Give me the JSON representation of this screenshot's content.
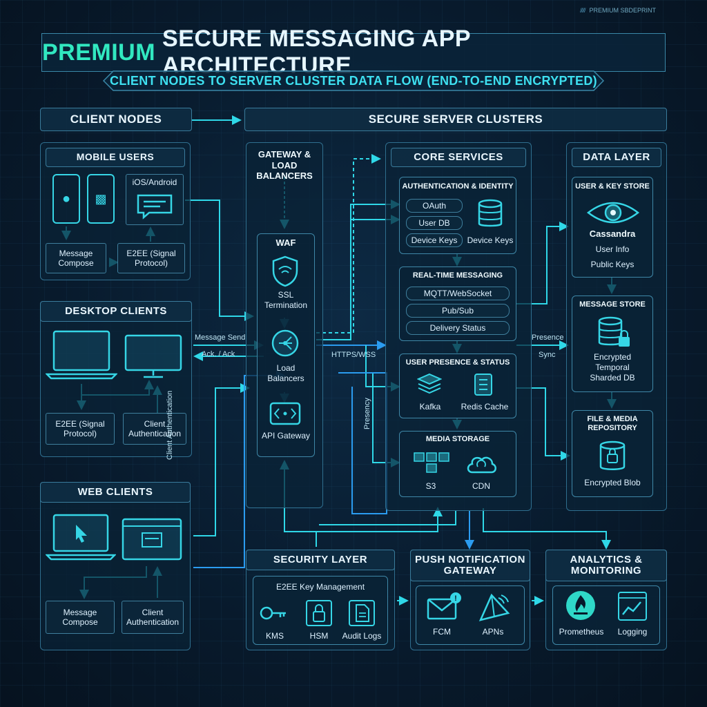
{
  "corner_label": "PREMIUM SBDEPRINT",
  "title": {
    "highlight": "PREMIUM",
    "rest": "SECURE MESSAGING APP ARCHITECTURE"
  },
  "subtitle": "CLIENT NODES TO SERVER CLUSTER DATA FLOW (END-TO-END ENCRYPTED)",
  "client_nodes": {
    "header": "CLIENT NODES",
    "mobile": {
      "title": "MOBILE USERS",
      "os_label": "iOS/Android",
      "compose": "Message Compose",
      "e2ee": "E2EE (Signal Protocol)"
    },
    "desktop": {
      "title": "DESKTOP CLIENTS",
      "e2ee": "E2EE (Signal Protocol)",
      "auth": "Client Authentication"
    },
    "web": {
      "title": "WEB CLIENTS",
      "compose": "Message Compose",
      "auth": "Client Authentication"
    }
  },
  "server": {
    "header": "SECURE SERVER CLUSTERS",
    "gateway": {
      "title": "GATEWAY & LOAD BALANCERS",
      "waf": "WAF",
      "ssl": "SSL Termination",
      "lb": "Load Balancers",
      "api": "API Gateway"
    },
    "core": {
      "title": "CORE SERVICES",
      "auth": {
        "title": "AUTHENTICATION & IDENTITY",
        "items": [
          "OAuth",
          "User DB",
          "Device Keys"
        ],
        "icon_label": "Device Keys"
      },
      "rtm": {
        "title": "REAL-TIME MESSAGING",
        "items": [
          "MQTT/WebSocket",
          "Pub/Sub",
          "Delivery Status"
        ]
      },
      "presence": {
        "title": "USER PRESENCE & STATUS",
        "kafka": "Kafka",
        "redis": "Redis Cache"
      },
      "media": {
        "title": "MEDIA STORAGE",
        "s3": "S3",
        "cdn": "CDN"
      }
    },
    "data": {
      "title": "DATA LAYER",
      "user_key": {
        "title": "USER & KEY STORE",
        "db": "Cassandra",
        "lines": [
          "User Info",
          "Public Keys"
        ]
      },
      "message": {
        "title": "MESSAGE STORE",
        "text": "Encrypted Temporal Sharded DB"
      },
      "file": {
        "title": "FILE & MEDIA REPOSITORY",
        "text": "Encrypted Blob"
      }
    }
  },
  "security": {
    "title": "SECURITY LAYER",
    "sub": "E2EE Key Management",
    "items": [
      "KMS",
      "HSM",
      "Audit Logs"
    ]
  },
  "push": {
    "title": "PUSH NOTIFICATION GATEWAY",
    "items": [
      "FCM",
      "APNs"
    ]
  },
  "analytics": {
    "title": "ANALYTICS & MONITORING",
    "items": [
      "Prometheus",
      "Logging"
    ]
  },
  "flow_labels": {
    "message_send": "Message Send",
    "ack": "Ack. / Ack",
    "https": "HTTPS/WSS",
    "presence": "Presence",
    "sync": "Sync",
    "client_auth": "Client Authentication",
    "presence_vertical": "Presency"
  },
  "colors": {
    "accent": "#31e8c0",
    "wire": "#2fd8e8",
    "wire_blue": "#2b9cf0",
    "border": "#2f6f8f"
  }
}
